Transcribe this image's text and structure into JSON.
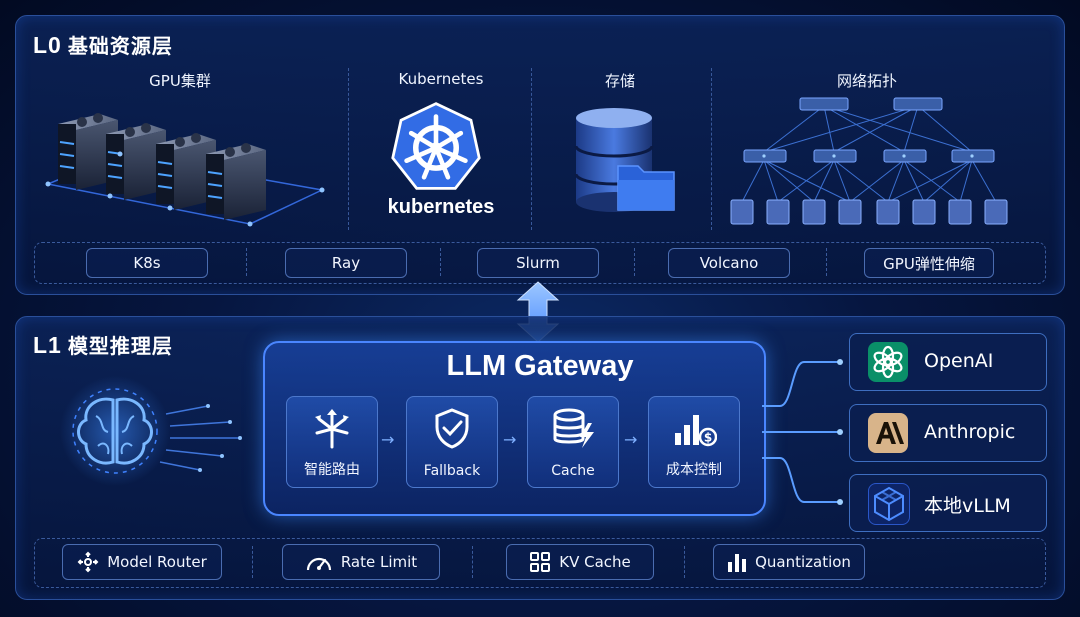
{
  "l0": {
    "key": "L0",
    "title": "基础资源层",
    "sections": {
      "gpu": "GPU集群",
      "kubernetes": "Kubernetes",
      "storage": "存储",
      "network": "网络拓扑"
    },
    "kubernetes_logo_text": "kubernetes",
    "chips": [
      "K8s",
      "Ray",
      "Slurm",
      "Volcano",
      "GPU弹性伸缩"
    ]
  },
  "l1": {
    "key": "L1",
    "title": "模型推理层",
    "gateway": {
      "title": "LLM Gateway",
      "steps": [
        {
          "label": "智能路由",
          "icon": "routing-icon"
        },
        {
          "label": "Fallback",
          "icon": "shield-check-icon"
        },
        {
          "label": "Cache",
          "icon": "database-bolt-icon"
        },
        {
          "label": "成本控制",
          "icon": "cost-chart-icon"
        }
      ]
    },
    "providers": [
      {
        "name": "OpenAI",
        "icon": "openai-icon",
        "color": "#0a8f68"
      },
      {
        "name": "Anthropic",
        "icon": "anthropic-icon",
        "color": "#d8b48a"
      },
      {
        "name": "本地vLLM",
        "icon": "cube-icon",
        "color": "#1a4fd6"
      }
    ],
    "chips": [
      {
        "label": "Model Router",
        "icon": "router-icon"
      },
      {
        "label": "Rate Limit",
        "icon": "gauge-icon"
      },
      {
        "label": "KV Cache",
        "icon": "grid-icon"
      },
      {
        "label": "Quantization",
        "icon": "bars-icon"
      }
    ]
  },
  "colors": {
    "accent": "#3d8bff",
    "panel_border": "#2a4f9a",
    "glow": "#5aa0ff"
  }
}
